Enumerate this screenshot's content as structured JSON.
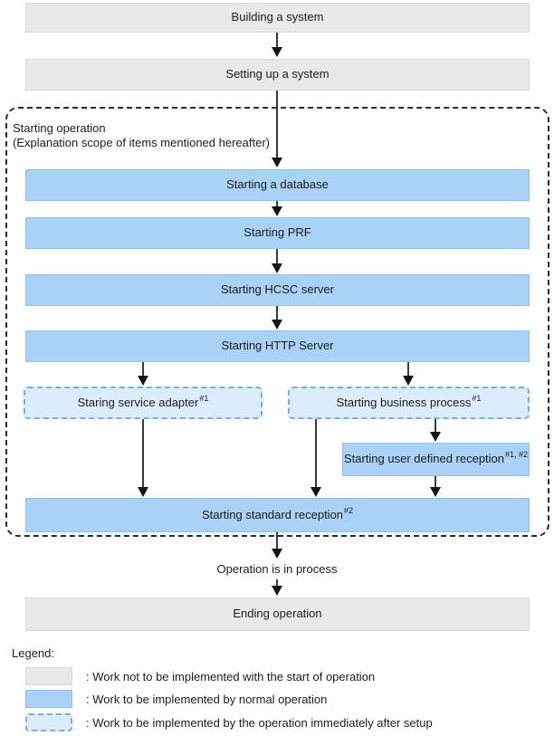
{
  "flow": {
    "building": "Building a system",
    "setting": "Setting up a system",
    "scope_label": "Starting operation\n(Explanation scope of items mentioned hereafter)",
    "database": "Starting a database",
    "prf": "Starting PRF",
    "hcsc": "Starting HCSC server",
    "http": "Starting HTTP Server",
    "adapter": {
      "label": "Staring service adapter",
      "sup": "#1"
    },
    "business": {
      "label": "Starting business process",
      "sup": "#1"
    },
    "userdef": {
      "label": "Starting user defined reception",
      "sup": "#1, #2"
    },
    "standard": {
      "label": "Starting standard reception",
      "sup": "#2"
    },
    "between_label": "Operation is in process",
    "ending": "Ending operation"
  },
  "legend": {
    "title": "Legend:",
    "items": [
      {
        "swatch": "gray",
        "label": ": Work not to be implemented with the start of operation"
      },
      {
        "swatch": "blue",
        "label": ": Work to be implemented by normal operation"
      },
      {
        "swatch": "dashedblue",
        "label": ": Work to be implemented by the operation immediately after setup"
      }
    ]
  },
  "colors": {
    "gray_fill": "#e9e9e9",
    "gray_border": "#d8d8d8",
    "blue_fill": "#aad2f7",
    "blue_border": "#8fc0ee",
    "lightblue_fill": "#ddecfb",
    "dashed_blue_border": "#76afe8",
    "region_border": "#2a2a2a",
    "arrow": "#141414",
    "text": "#1c1c1c"
  }
}
